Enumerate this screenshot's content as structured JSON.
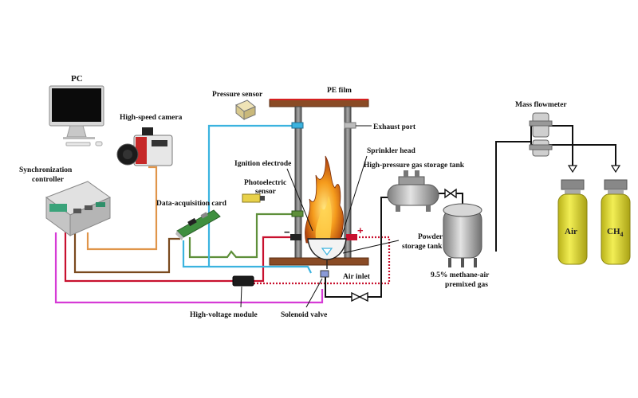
{
  "labels": {
    "pc": "PC",
    "high_speed_camera": "High-speed camera",
    "sync_controller_line1": "Synchronization",
    "sync_controller_line2": "controller",
    "data_acquisition_card": "Data-acquisition card",
    "pressure_sensor": "Pressure sensor",
    "pe_film": "PE film",
    "exhaust_port": "Exhaust port",
    "sprinkler_head": "Sprinkler head",
    "ignition_electrode": "Ignition electrode",
    "photoelectric_line1": "Photoelectric",
    "photoelectric_line2": "sensor",
    "powder_tank_line1": "Powder",
    "powder_tank_line2": "storage tank",
    "air_inlet": "Air inlet",
    "high_voltage_module": "High-voltage module",
    "solenoid_valve": "Solenoid valve",
    "high_pressure_tank": "High-pressure gas storage tank",
    "premixed_line1": "9.5% methane-air",
    "premixed_line2": "premixed gas",
    "mass_flowmeter": "Mass flowmeter",
    "air_cylinder": "Air",
    "ch4_main": "CH",
    "ch4_sub": "4",
    "electrode_minus": "−",
    "electrode_plus": "+"
  },
  "colors": {
    "wire_magenta": "#d63bd6",
    "wire_red": "#c8102e",
    "wire_brown": "#7a4a1e",
    "wire_orange": "#e0954a",
    "wire_green": "#5e8f3a",
    "wire_cyan": "#3bb3df",
    "gas_line": "#111111",
    "cylinder_yellow": "#e6e02e",
    "flange_brown": "#8a4b25",
    "pe_film_red": "#d62020"
  }
}
